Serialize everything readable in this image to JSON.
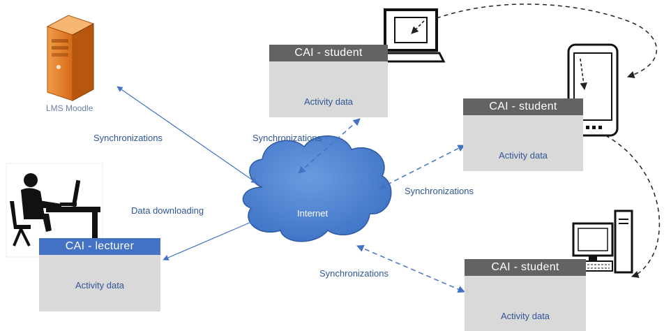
{
  "nodes": {
    "lms": {
      "label": "LMS Moodle"
    },
    "internet": {
      "label": "Internet"
    },
    "student_top": {
      "header": "CAI - student",
      "body": "Activity data"
    },
    "student_mid": {
      "header": "CAI - student",
      "body": "Activity data"
    },
    "student_bottom": {
      "header": "CAI - student",
      "body": "Activity data"
    },
    "lecturer": {
      "header": "CAI - lecturer",
      "body": "Activity data"
    }
  },
  "edges": {
    "lms_sync": "Synchronizations",
    "top_sync": "Synchronizations",
    "mid_sync": "Synchronizations",
    "bottom_sync": "Synchronizations",
    "download": "Data downloading"
  },
  "colors": {
    "arrow": "#4472c4",
    "cloud": "#4a7fd0",
    "box": "#d9d9d9",
    "header_dark": "#636363",
    "header_blue": "#4472c4",
    "label_text": "#2f5597"
  },
  "icons": [
    "server-icon",
    "lecturer-icon",
    "laptop-icon",
    "smartphone-icon",
    "desktop-computer-icon",
    "cloud-icon"
  ]
}
